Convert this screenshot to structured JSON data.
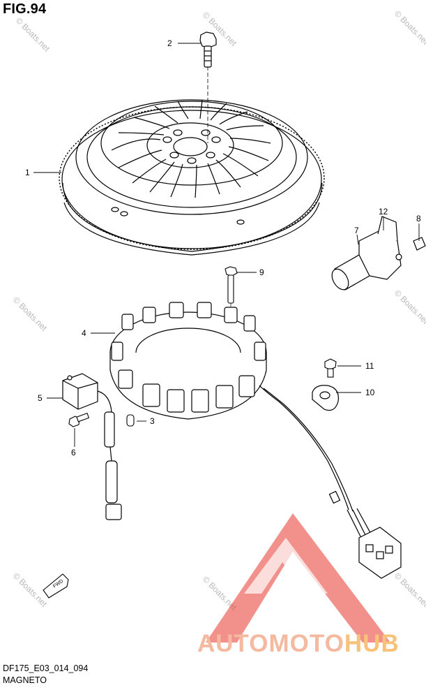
{
  "figure": {
    "title": "FIG.94",
    "code": "DF175_E03_014_094",
    "name": "MAGNETO"
  },
  "callouts": [
    "1",
    "2",
    "3",
    "4",
    "5",
    "6",
    "7",
    "8",
    "9",
    "10",
    "11",
    "12"
  ],
  "watermark": "© Boats.net",
  "fwd_label": "FWD",
  "brand": {
    "part1": "AUTO",
    "part2": "MOTO",
    "part3": "HUB",
    "colors": {
      "logo_red": "#e8372c",
      "text_salmon": "#f5b9a0",
      "text_orange": "#f8c27a"
    }
  }
}
